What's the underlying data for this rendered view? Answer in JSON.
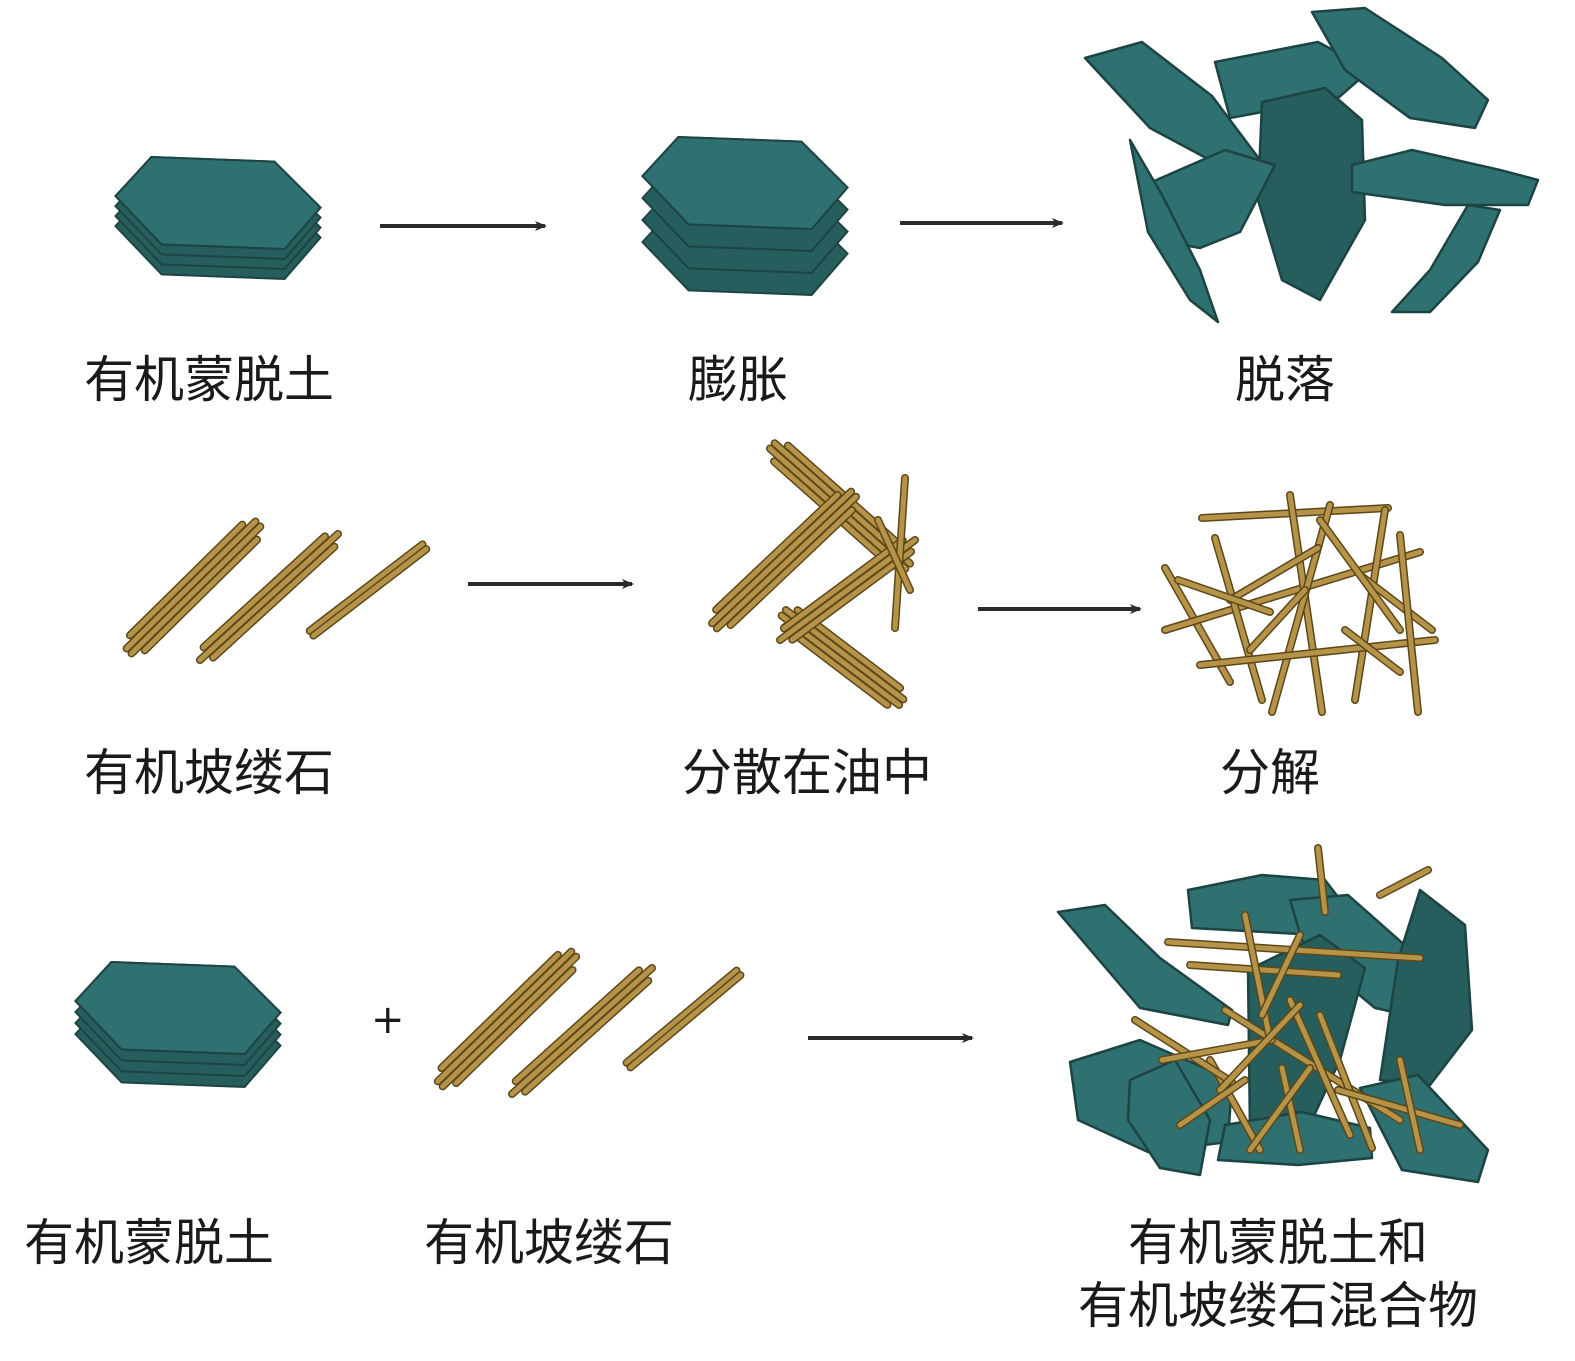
{
  "colors": {
    "clay_fill": "#2f7170",
    "clay_edge": "#1c4443",
    "clay_dark": "#265e5d",
    "rod_fill": "#b59449",
    "rod_edge": "#5d4718",
    "arrow": "#2b2b2b"
  },
  "row1": {
    "label_start": "有机蒙脱土",
    "label_mid": "膨胀",
    "label_end": "脱落"
  },
  "row2": {
    "label_start": "有机坡缕石",
    "label_mid": "分散在油中",
    "label_end": "分解"
  },
  "row3": {
    "label_a": "有机蒙脱土",
    "plus": "+",
    "label_b": "有机坡缕石",
    "label_mix_line1": "有机蒙脱土和",
    "label_mix_line2": "有机坡缕石混合物"
  }
}
